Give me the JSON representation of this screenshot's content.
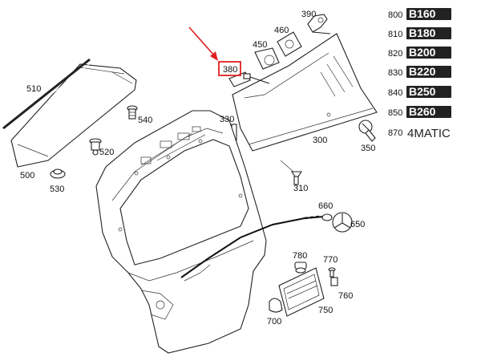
{
  "callouts": {
    "c300": "300",
    "c310": "310",
    "c330": "330",
    "c350": "350",
    "c380": "380",
    "c390": "390",
    "c450": "450",
    "c460": "460",
    "c500": "500",
    "c510": "510",
    "c520": "520",
    "c530": "530",
    "c540": "540",
    "c650": "650",
    "c660": "660",
    "c700": "700",
    "c750": "750",
    "c760": "760",
    "c770": "770",
    "c780": "780"
  },
  "badges": [
    {
      "code": "800",
      "text": "B160"
    },
    {
      "code": "810",
      "text": "B180"
    },
    {
      "code": "820",
      "text": "B200"
    },
    {
      "code": "830",
      "text": "B220"
    },
    {
      "code": "840",
      "text": "B250"
    },
    {
      "code": "850",
      "text": "B260"
    },
    {
      "code": "870",
      "text": "4MATIC"
    }
  ],
  "highlight": {
    "callout": "380",
    "box_color": "#e02020",
    "arrow_color": "#e02020"
  }
}
